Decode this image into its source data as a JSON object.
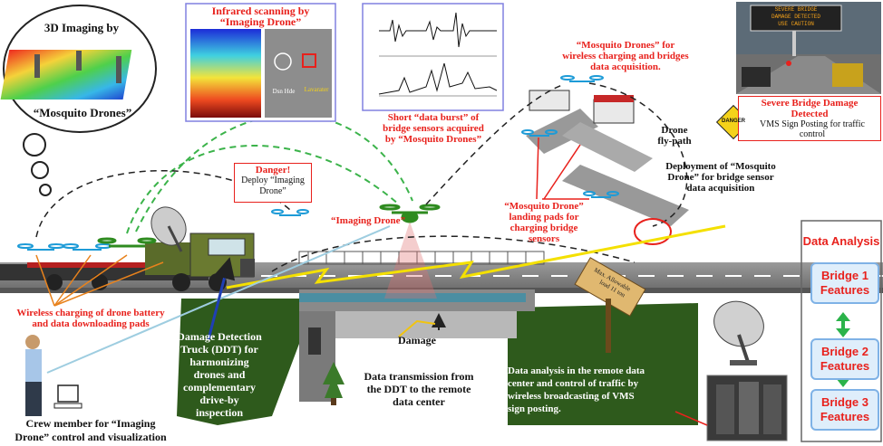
{
  "bubble": {
    "title": "3D Imaging by",
    "subtitle": "“Mosquito Drones”"
  },
  "infrared": {
    "title_line1": "Infrared scanning by",
    "title_line2": "“Imaging Drone”",
    "label_a": "Dsn Hde",
    "label_b": "Lavarater"
  },
  "sensor_plot": {
    "caption_line1": "Short “data burst” of",
    "caption_line2": "bridge sensors acquired",
    "caption_line3": "by “Mosquito Drones”"
  },
  "mosquito_top": {
    "line1": "“Mosquito Drones” for",
    "line2": "wireless charging and bridges",
    "line3": "data acquisition."
  },
  "fly_path": {
    "line1": "Drone",
    "line2": "fly-path"
  },
  "vms": {
    "sign_line1": "SEVERE BRIDGE",
    "sign_line2": "DAMAGE DETECTED",
    "sign_line3": "USE CAUTION",
    "alert_title_line1": "Severe Bridge Damage",
    "alert_title_line2": "Detected",
    "alert_body_line1": "VMS Sign Posting for traffic",
    "alert_body_line2": "control",
    "danger_badge": "DANGER"
  },
  "deployment": {
    "line1": "Deployment of “Mosquito",
    "line2": "Drone” for bridge sensor",
    "line3": "data acquisition"
  },
  "danger_box": {
    "title": "Danger!",
    "line1": "Deploy “Imaging",
    "line2": "Drone”"
  },
  "imaging_drone_label": "“Imaging Drone”",
  "landing_pads": {
    "line1": "“Mosquito Drone”",
    "line2": "landing pads for",
    "line3": "charging bridge",
    "line4": "sensors"
  },
  "wireless_charging": {
    "line1": "Wireless charging of drone battery",
    "line2": "and data downloading pads"
  },
  "ddt": {
    "line1": "Damage Detection",
    "line2": "Truck (DDT) for",
    "line3": "harmonizing",
    "line4": "drones and",
    "line5": "complementary",
    "line6": "drive-by",
    "line7": "inspection"
  },
  "damage_label": "Damage",
  "transmission": {
    "line1": "Data transmission from",
    "line2": "the DDT to the remote",
    "line3": "data center"
  },
  "remote": {
    "line1": "Data analysis in the remote data",
    "line2": "center  and control of traffic by",
    "line3": "wireless broadcasting of VMS",
    "line4": "sign posting."
  },
  "load_sign": {
    "line1": "Max. Allowable",
    "line2": "load 11 ton"
  },
  "crew": {
    "line1": "Crew member for “Imaging",
    "line2": "Drone” control and visualization"
  },
  "analysis": {
    "title": "Data Analysis",
    "features": [
      "Bridge 1\nFeatures",
      "Bridge 2\nFeatures",
      "Bridge 3\nFeatures"
    ]
  }
}
